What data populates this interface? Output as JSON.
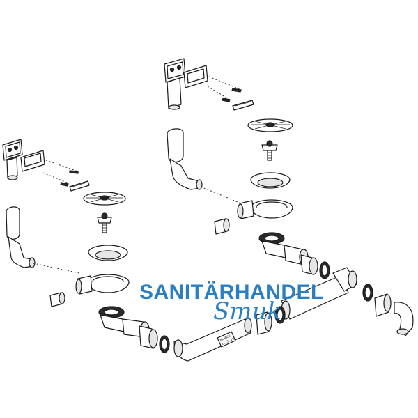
{
  "watermark": {
    "line1": "SANITÄRHANDEL",
    "line2": "Smuk",
    "color": "#2a7fc4"
  },
  "pipe_label": {
    "line1": "BLANCO",
    "line2": "1.23.45"
  },
  "colors": {
    "line": "#1a1a1a",
    "fill_light": "#e6e6e6",
    "fill_dark": "#2a2a2a"
  }
}
